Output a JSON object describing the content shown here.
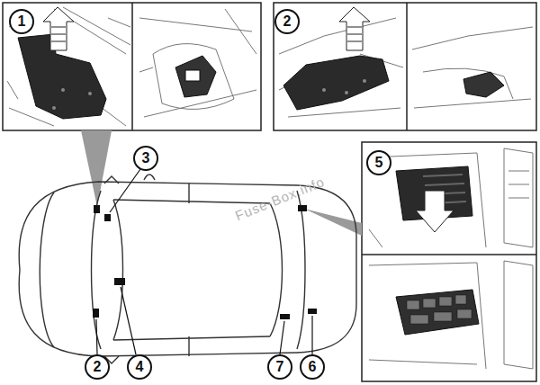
{
  "diagram": {
    "nodes": [
      {
        "text": [
          "1"
        ]
      },
      {
        "text": [
          "2"
        ]
      },
      {
        "text": [
          "3"
        ]
      },
      {
        "text": [
          "5"
        ]
      },
      {
        "text": [
          "2"
        ]
      },
      {
        "text": [
          "4"
        ]
      },
      {
        "text": [
          "7"
        ]
      },
      {
        "text": [
          "6"
        ]
      }
    ],
    "labels": [
      "Fuse-Box.info"
    ]
  }
}
